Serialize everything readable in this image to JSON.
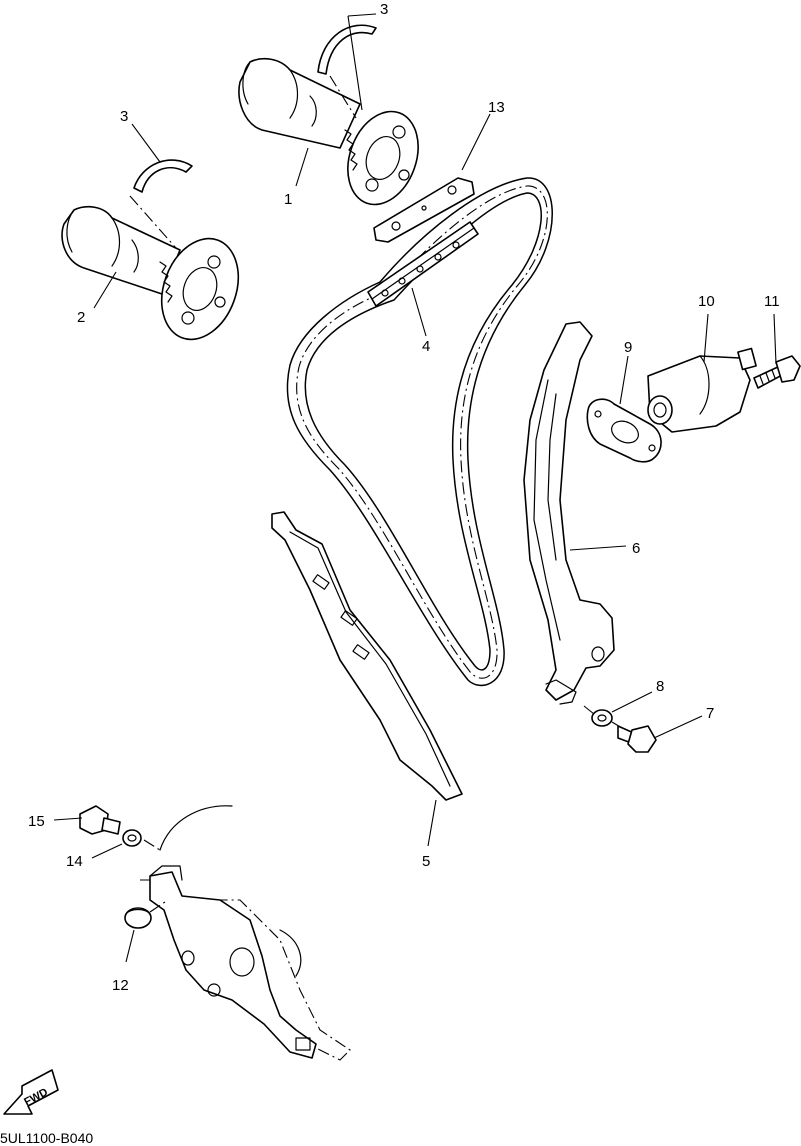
{
  "diagram": {
    "drawing_code": "5UL1100-B040",
    "fwd_label": "FWD",
    "callouts": [
      "1",
      "2",
      "3",
      "3",
      "4",
      "5",
      "6",
      "7",
      "8",
      "9",
      "10",
      "11",
      "12",
      "13",
      "14",
      "15"
    ]
  }
}
